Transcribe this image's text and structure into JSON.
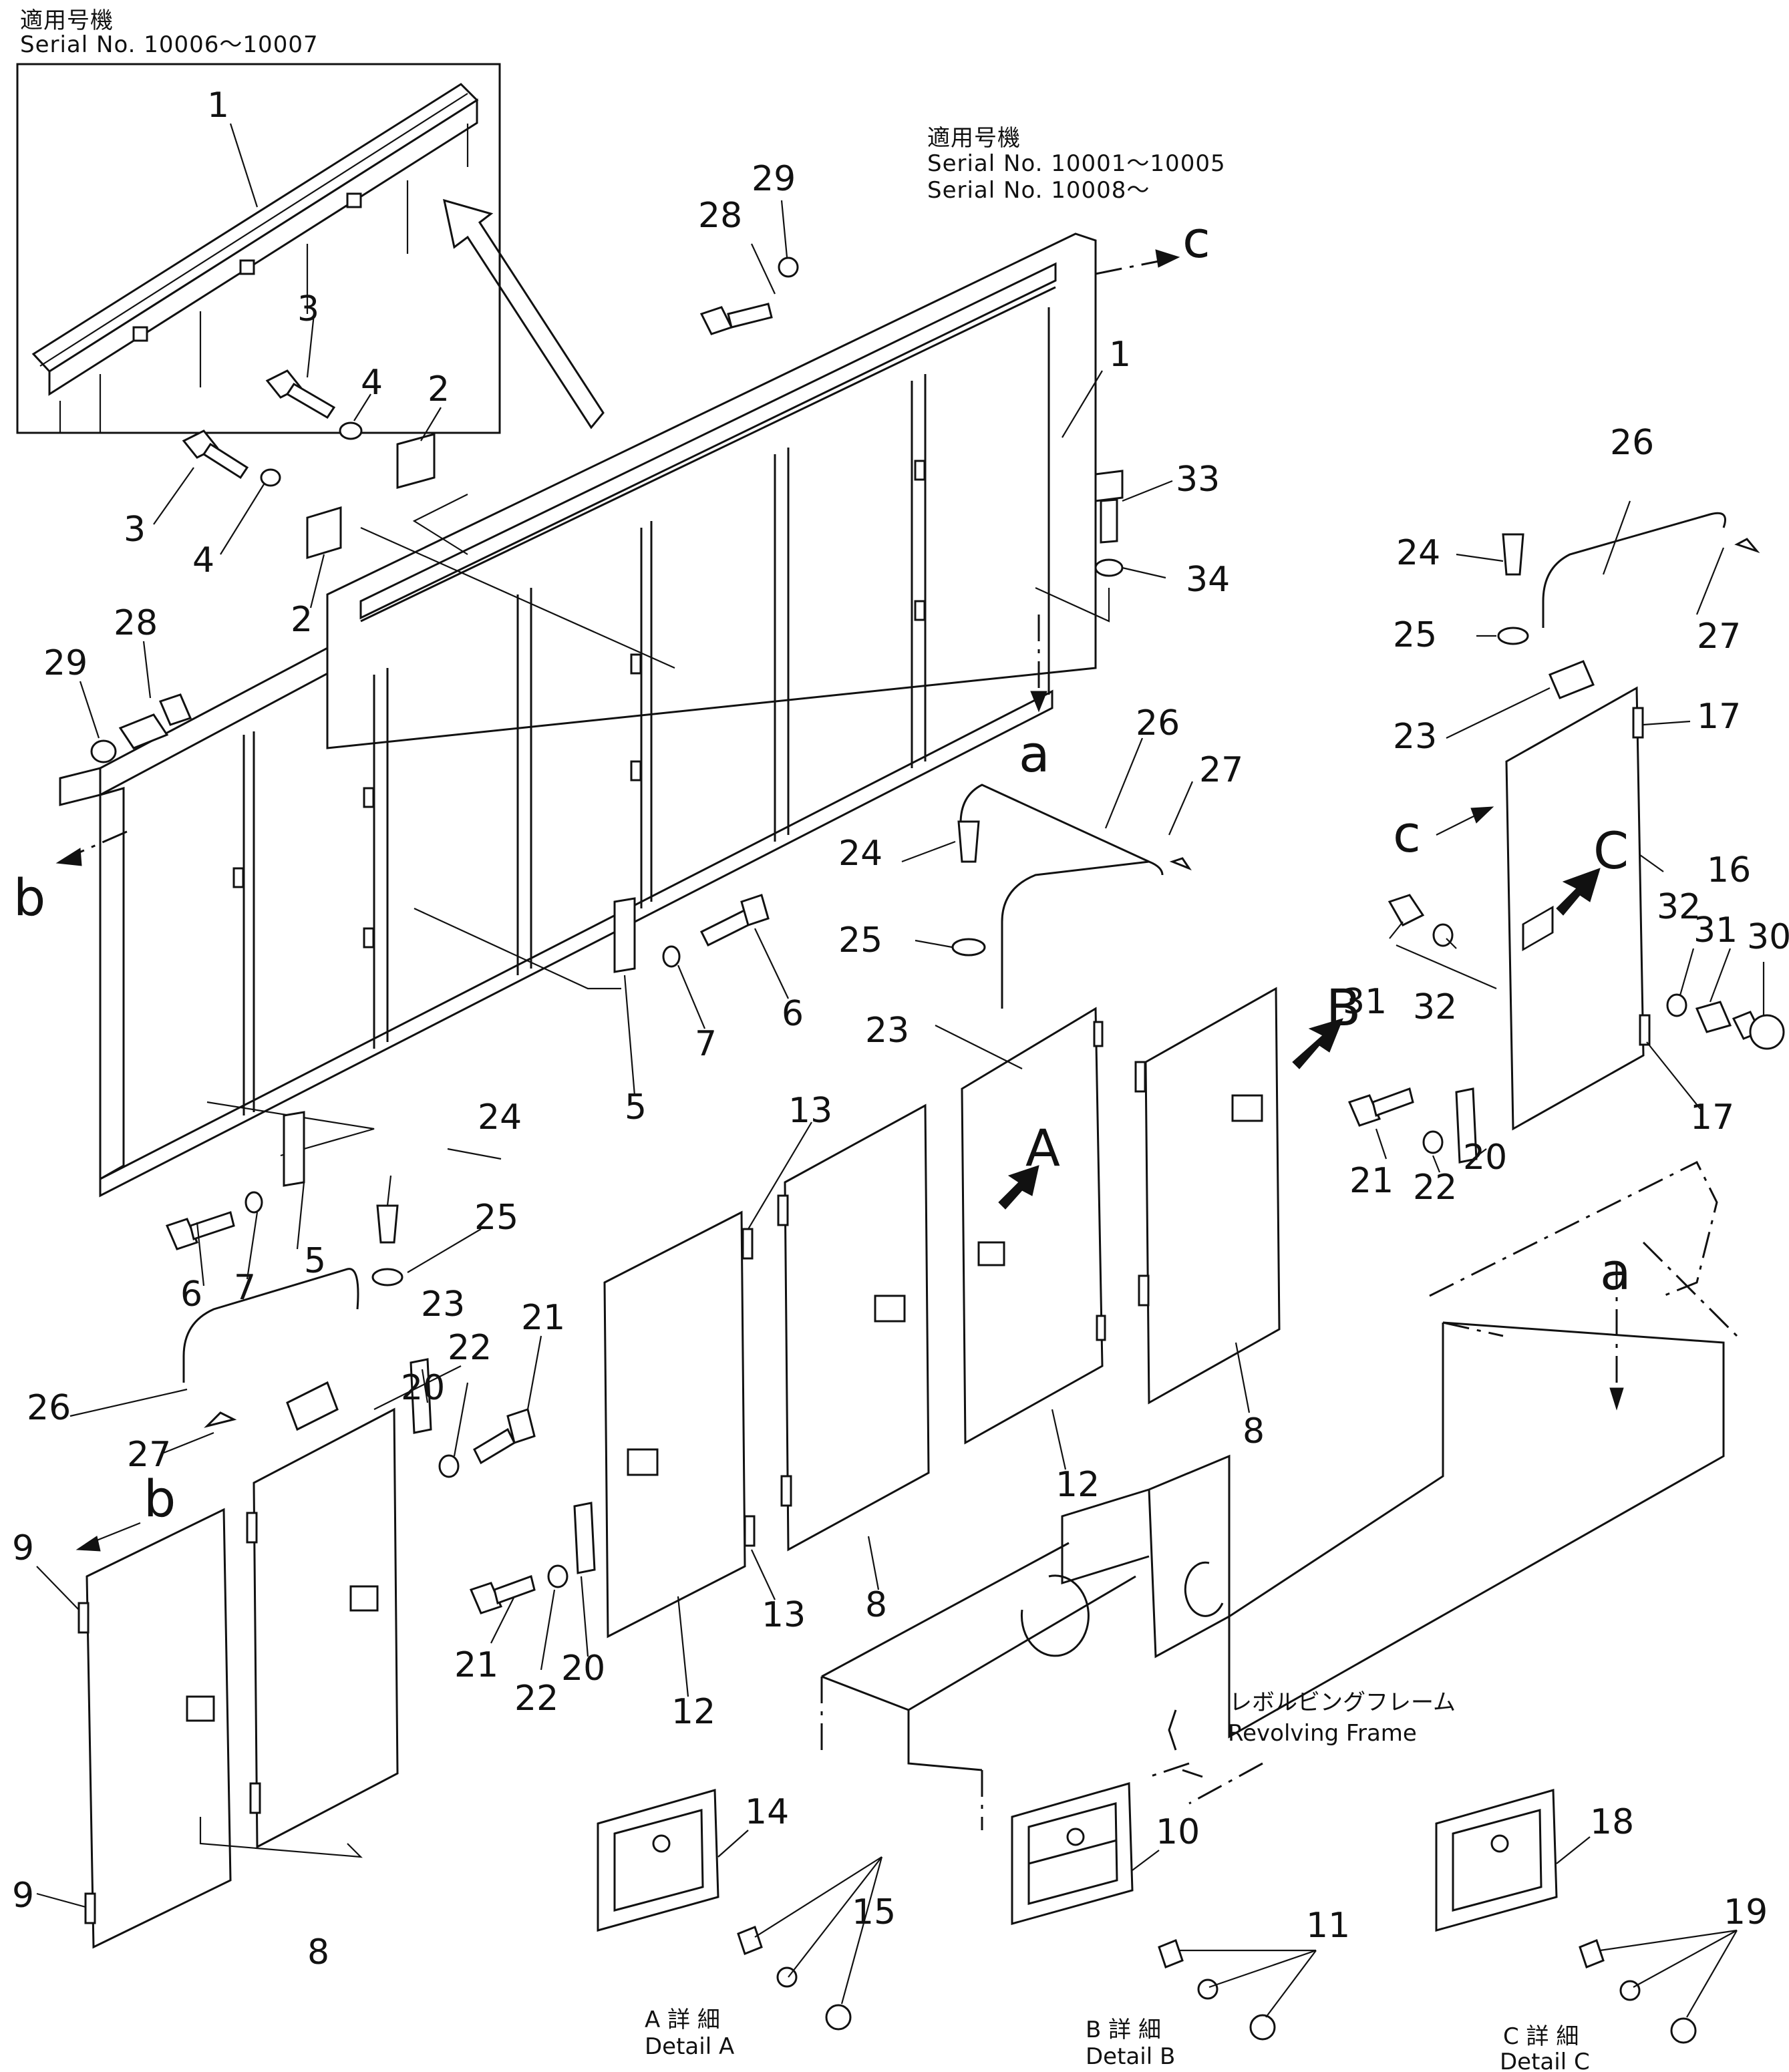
{
  "serial_headers": {
    "top_left": {
      "title": "適用号機",
      "lines": [
        "Serial No. 10006～10007"
      ]
    },
    "top_center": {
      "title": "適用号機",
      "lines": [
        "Serial No. 10001～10005",
        "Serial No. 10008～"
      ]
    }
  },
  "frame_label": {
    "jp": "レボルビングフレーム",
    "en": "Revolving Frame"
  },
  "details": {
    "a": {
      "jp": "A 詳 細",
      "en": "Detail A"
    },
    "b": {
      "jp": "B 詳 細",
      "en": "Detail B"
    },
    "c": {
      "jp": "C 詳 細",
      "en": "Detail C"
    }
  },
  "view_letters": {
    "A": "A",
    "B": "B",
    "C": "C",
    "a": "a",
    "b": "b",
    "c": "c"
  },
  "callouts": {
    "n1": "1",
    "n2": "2",
    "n3": "3",
    "n4": "4",
    "n5": "5",
    "n6": "6",
    "n7": "7",
    "n8": "8",
    "n9": "9",
    "n10": "10",
    "n11": "11",
    "n12": "12",
    "n13": "13",
    "n14": "14",
    "n15": "15",
    "n16": "16",
    "n17": "17",
    "n18": "18",
    "n19": "19",
    "n20": "20",
    "n21": "21",
    "n22": "22",
    "n23": "23",
    "n24": "24",
    "n25": "25",
    "n26": "26",
    "n27": "27",
    "n28": "28",
    "n29": "29",
    "n30": "30",
    "n31": "31",
    "n32": "32",
    "n33": "33",
    "n34": "34"
  }
}
